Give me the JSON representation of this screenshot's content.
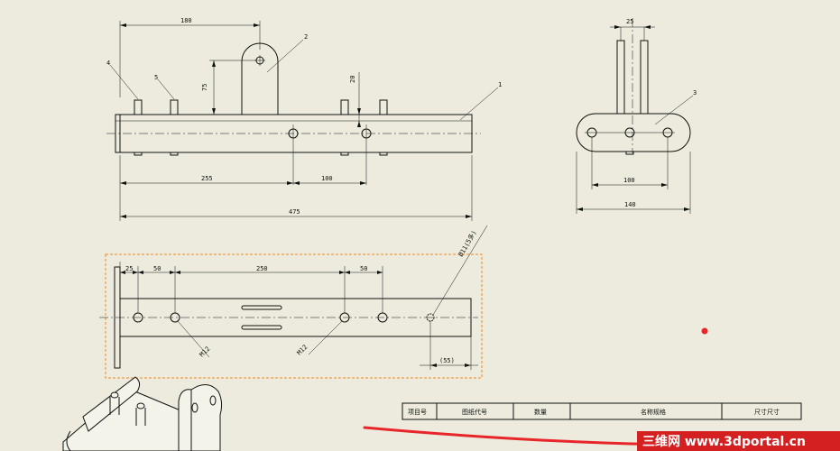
{
  "drawing": {
    "front_view": {
      "dims": {
        "d180": "180",
        "d75": "75",
        "d20": "20",
        "d255": "255",
        "d100": "100",
        "d475": "475"
      },
      "balloons": {
        "b1": "1",
        "b2": "2",
        "b4": "4",
        "b5": "5"
      }
    },
    "side_view": {
      "dims": {
        "d25": "25",
        "d100": "100",
        "d140": "140"
      },
      "balloons": {
        "b3": "3"
      }
    },
    "top_view": {
      "dims": {
        "d25": "25",
        "d50a": "50",
        "d250": "250",
        "d50b": "50",
        "d55": "(55)",
        "hole_callout": "Ø11(5多)",
        "m12a": "M12",
        "m12b": "M12"
      }
    },
    "title_block": [
      "项目号",
      "图纸代号",
      "数量",
      "名称规格",
      "尺寸尺寸"
    ],
    "watermark": "三维网 www.3dportal.cn",
    "colors": {
      "line": "#111111",
      "selection": "#f08a24",
      "red_mark": "#e8262a",
      "watermark_bg": "#d42020"
    }
  }
}
